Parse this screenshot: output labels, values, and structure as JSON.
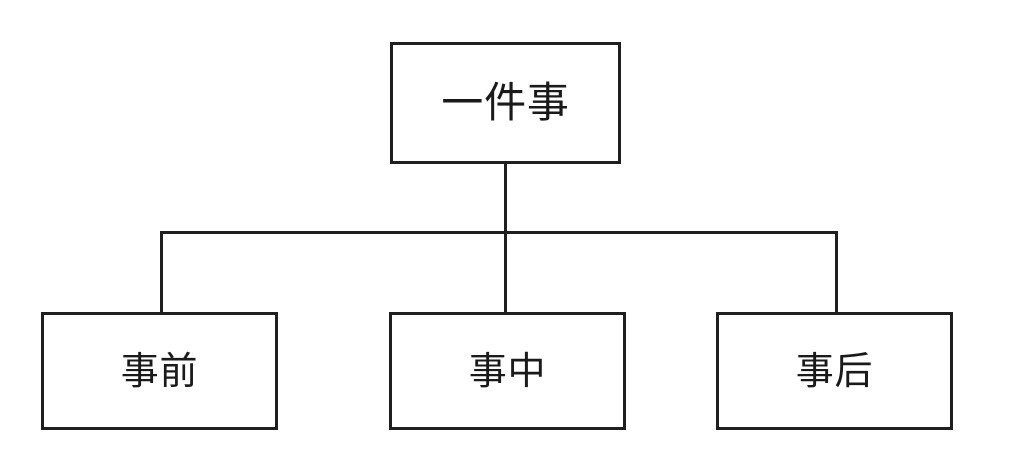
{
  "diagram": {
    "title": "",
    "background_color": "#ffffff",
    "line_color": "#1f1f1f",
    "text_color": "#1a1a1a",
    "type": "org-chart",
    "root": {
      "label": "一件事"
    },
    "children": [
      {
        "label": "事前"
      },
      {
        "label": "事中"
      },
      {
        "label": "事后"
      }
    ]
  }
}
